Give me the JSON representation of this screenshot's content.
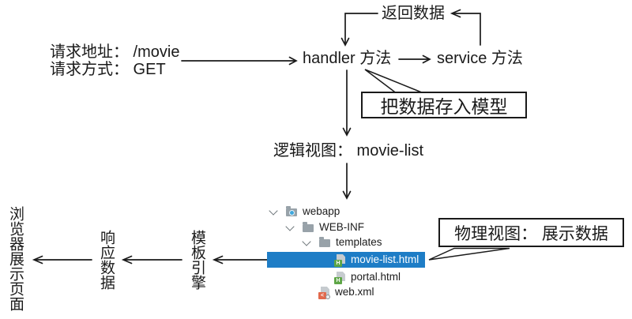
{
  "diagram": {
    "request_block": {
      "line1": "请求地址： /movie",
      "line2": "请求方式： GET"
    },
    "return_data_label": "返回数据",
    "handler_label": "handler 方法",
    "service_label": "service 方法",
    "store_model_callout": "把数据存入模型",
    "logical_view_label": "逻辑视图： movie-list",
    "physical_view_callout": "物理视图： 展示数据",
    "browser_label": "浏览器展示页面",
    "response_data_label": "响应数据",
    "template_engine_label": "模板引擎"
  },
  "file_tree": {
    "items": [
      {
        "label": "webapp",
        "icon": "web-folder",
        "expanded": true,
        "selected": false
      },
      {
        "label": "WEB-INF",
        "icon": "folder",
        "expanded": true,
        "selected": false
      },
      {
        "label": "templates",
        "icon": "folder",
        "expanded": true,
        "selected": false
      },
      {
        "label": "movie-list.html",
        "icon": "html-file",
        "expanded": false,
        "selected": true
      },
      {
        "label": "portal.html",
        "icon": "html-file",
        "expanded": false,
        "selected": false
      },
      {
        "label": "web.xml",
        "icon": "xml-file",
        "expanded": false,
        "selected": false
      }
    ],
    "html_badge_letter": "H",
    "xml_badge_glyph": "<"
  },
  "colors": {
    "selection_blue": "#1E7DC6",
    "html_badge_green": "#5EA646",
    "xml_badge_orange": "#E2694C",
    "folder_gray": "#98A2A9",
    "web_folder_dot_blue": "#3FA7DC",
    "line_color": "#1a1a1a"
  }
}
